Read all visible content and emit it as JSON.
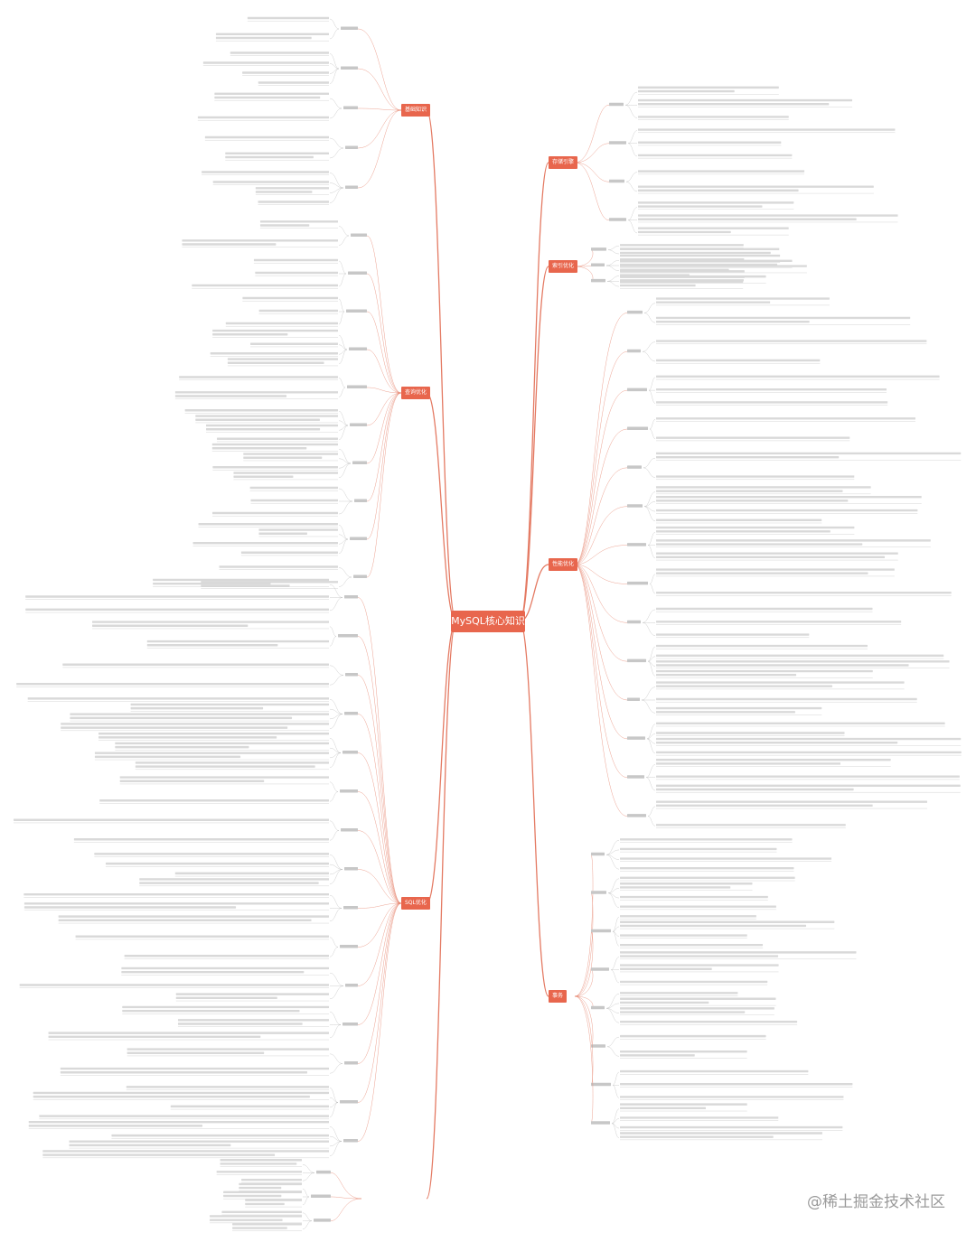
{
  "central_topic": "MySQL核心知识",
  "watermark": "@稀土掘金技术社区",
  "colors": {
    "accent": "#e8664d",
    "branch_line": "#e47a63",
    "leaf_line": "#b9b9b9",
    "leaf_text_block": "#d9d9d9"
  },
  "branches": [
    {
      "id": "b1",
      "label": "基础知识"
    },
    {
      "id": "b2",
      "label": "存储引擎"
    },
    {
      "id": "b3",
      "label": "索引优化"
    },
    {
      "id": "b4",
      "label": "查询优化"
    },
    {
      "id": "b5",
      "label": "性能优化"
    },
    {
      "id": "b6",
      "label": "SQL优化"
    },
    {
      "id": "b7",
      "label": "事务"
    }
  ]
}
